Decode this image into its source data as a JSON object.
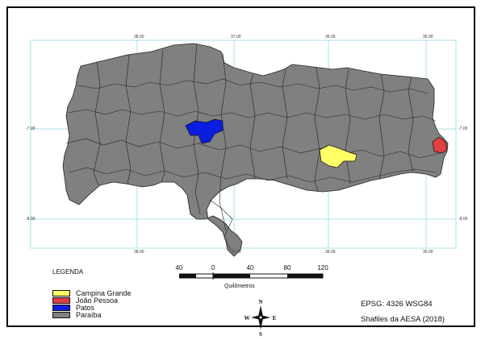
{
  "map": {
    "top_ticks": [
      "38.00",
      "37.00",
      "36.00",
      "35.00"
    ],
    "bottom_ticks": [
      "38.00",
      "37.00",
      "36.00",
      "35.00"
    ],
    "left_ticks": [
      "-7.00",
      "-8.00"
    ],
    "right_ticks": [
      "-7.00",
      "-8.00"
    ],
    "colors": {
      "state": "#808080",
      "campina_grande": "#ffff66",
      "joao_pessoa": "#e04040",
      "patos": "#0a1ee0",
      "grid": "#a8e0e8",
      "borders": "#222222"
    }
  },
  "legend": {
    "title": "LEGENDA",
    "items": [
      {
        "label": "Campina Grande",
        "color": "#ffff66"
      },
      {
        "label": "João Pessoa",
        "color": "#e04040"
      },
      {
        "label": "Patos",
        "color": "#0a1ee0"
      },
      {
        "label": "Paraíba",
        "color": "#808080"
      }
    ]
  },
  "scale": {
    "ticks": [
      "40",
      "0",
      "40",
      "80",
      "120"
    ],
    "unit": "Quilômetros"
  },
  "compass": {
    "n": "N",
    "s": "S",
    "e": "E",
    "w": "W"
  },
  "info": {
    "epsg": "EPSG: 4326 WSG84",
    "source": "Shafiles da AESA (2018)"
  }
}
